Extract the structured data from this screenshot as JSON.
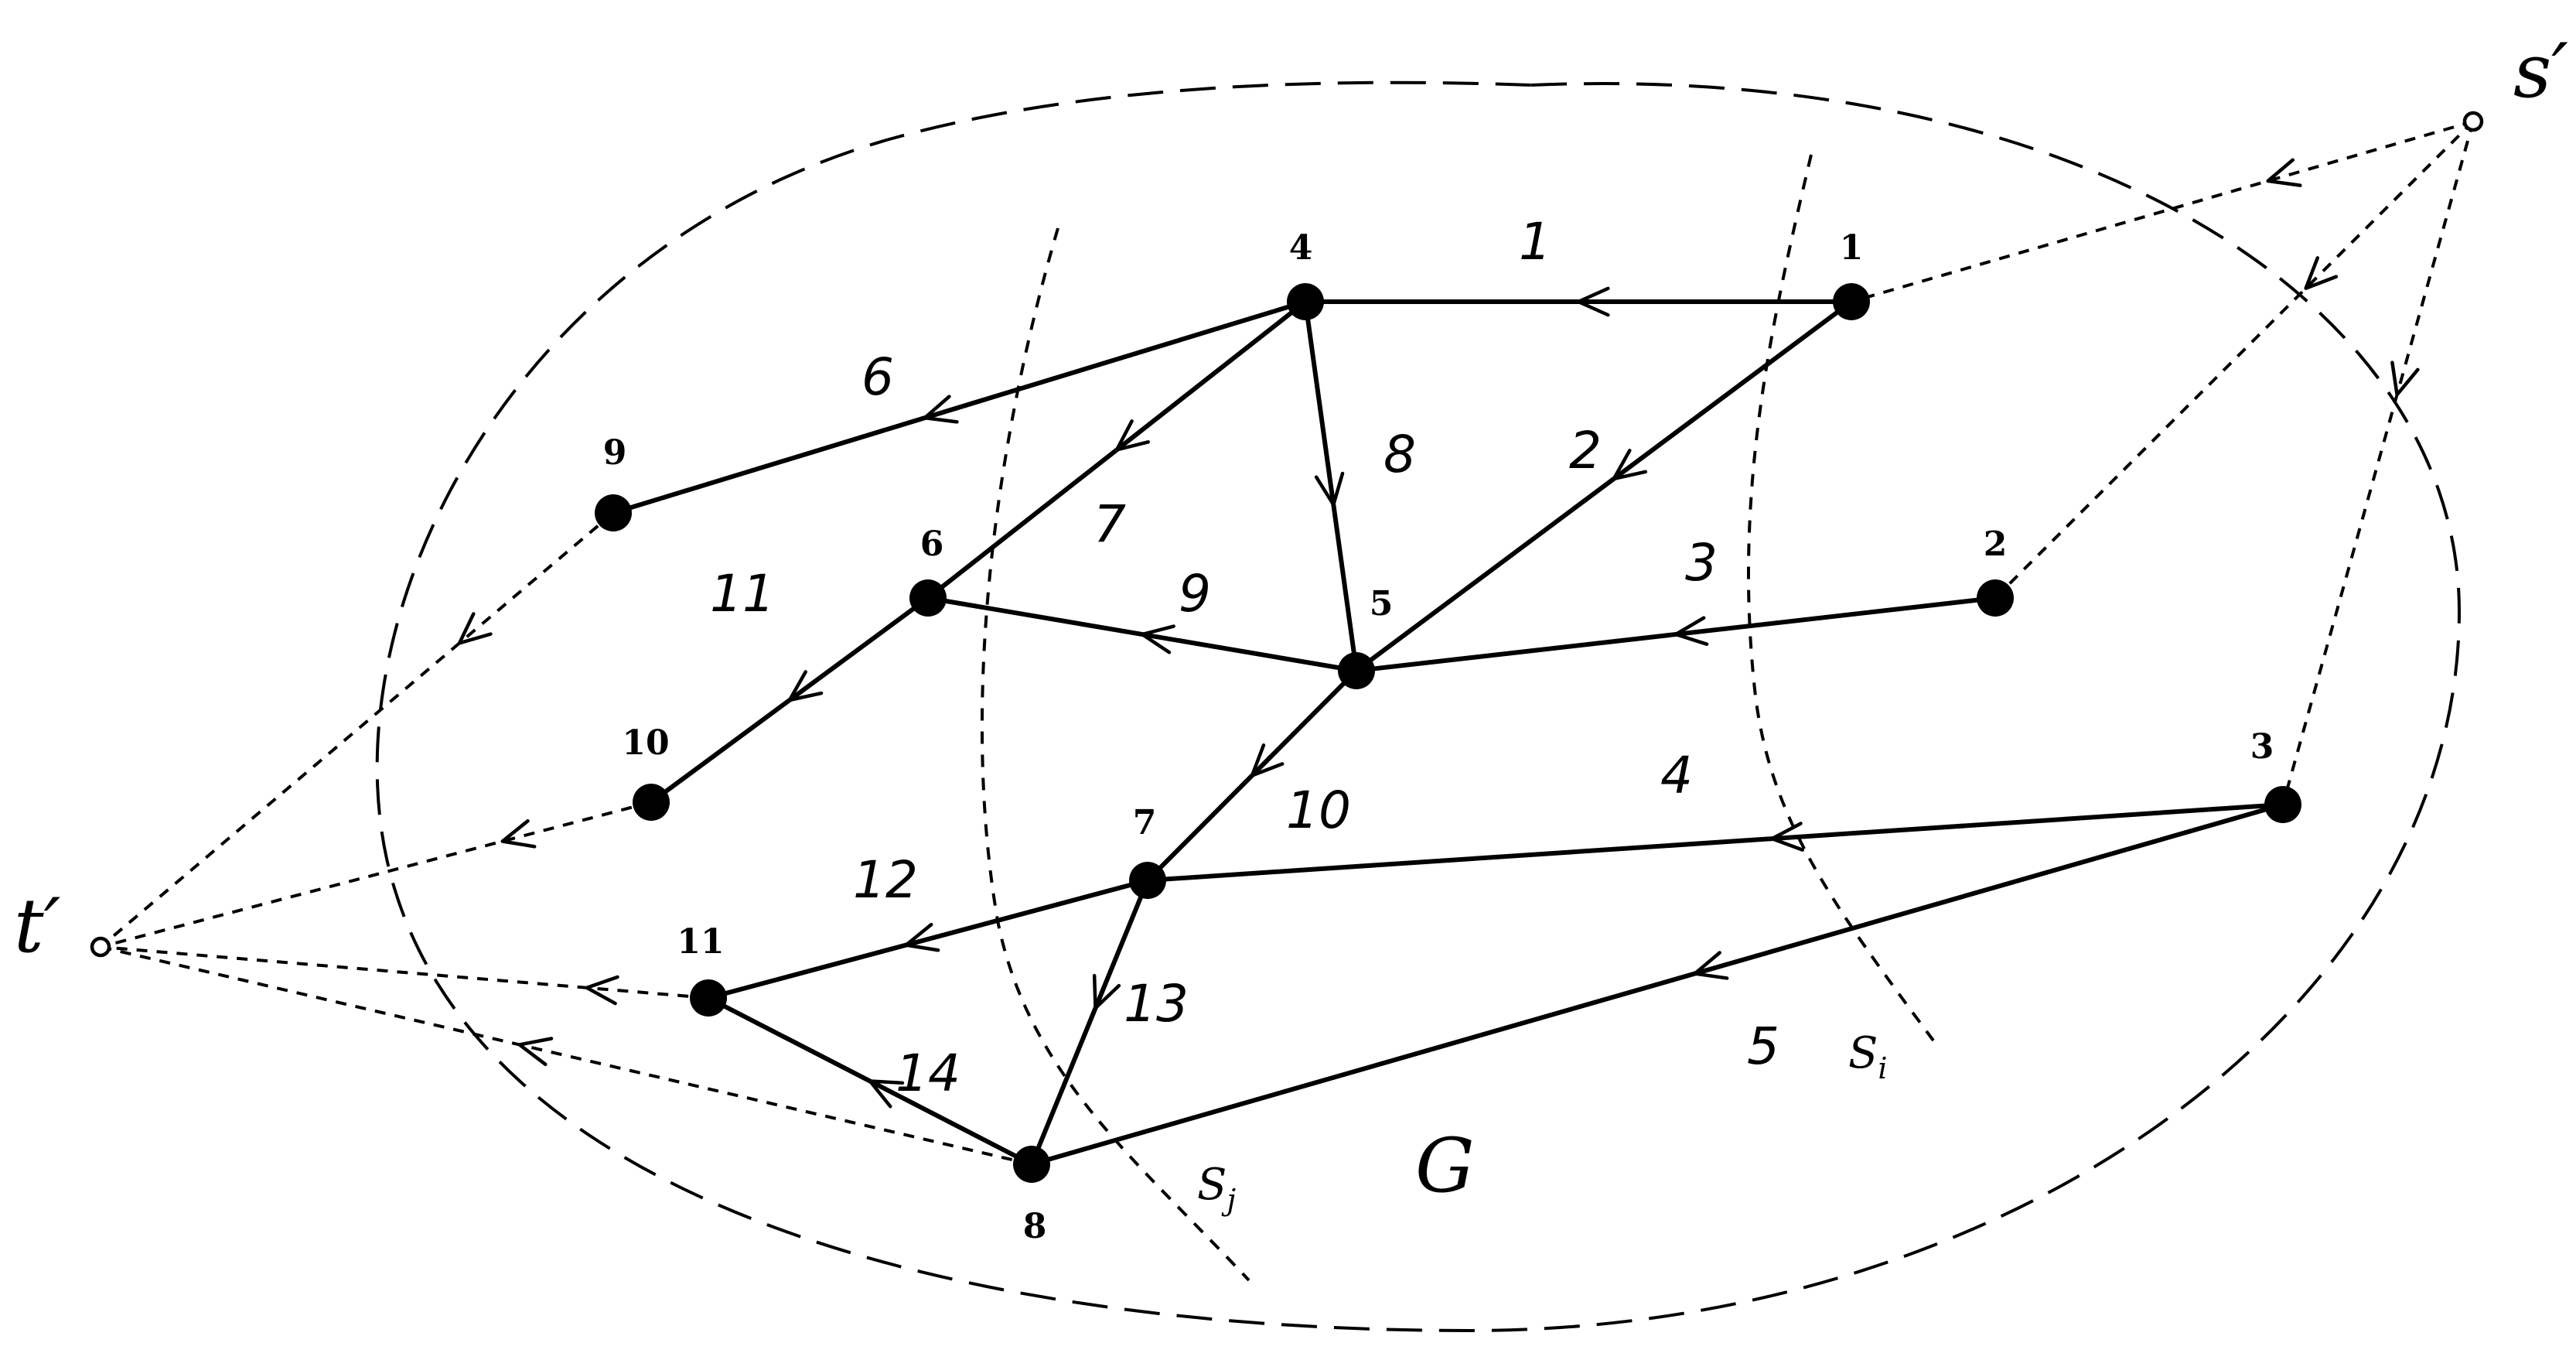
{
  "graph_label": "G",
  "terminals": {
    "source": {
      "name": "s",
      "prime": "′"
    },
    "sink": {
      "name": "t",
      "prime": "′"
    }
  },
  "cuts": [
    {
      "id": "Si",
      "name": "S",
      "sub": "i"
    },
    {
      "id": "Sj",
      "name": "S",
      "sub": "j"
    }
  ],
  "nodes": [
    {
      "id": "1",
      "label": "1"
    },
    {
      "id": "2",
      "label": "2"
    },
    {
      "id": "3",
      "label": "3"
    },
    {
      "id": "4",
      "label": "4"
    },
    {
      "id": "5",
      "label": "5"
    },
    {
      "id": "6",
      "label": "6"
    },
    {
      "id": "7",
      "label": "7"
    },
    {
      "id": "8",
      "label": "8"
    },
    {
      "id": "9",
      "label": "9"
    },
    {
      "id": "10",
      "label": "10"
    },
    {
      "id": "11",
      "label": "11"
    }
  ],
  "edges": [
    {
      "id": "e1",
      "from": "1",
      "to": "4",
      "label": "1"
    },
    {
      "id": "e2",
      "from": "1",
      "to": "5",
      "label": "2"
    },
    {
      "id": "e3",
      "from": "2",
      "to": "5",
      "label": "3"
    },
    {
      "id": "e4",
      "from": "3",
      "to": "7",
      "label": "4"
    },
    {
      "id": "e5",
      "from": "3",
      "to": "8",
      "label": "5"
    },
    {
      "id": "e6",
      "from": "4",
      "to": "9",
      "label": "6"
    },
    {
      "id": "e7",
      "from": "4",
      "to": "6",
      "label": "7"
    },
    {
      "id": "e8",
      "from": "4",
      "to": "5",
      "label": "8"
    },
    {
      "id": "e9",
      "from": "5",
      "to": "6",
      "label": "9"
    },
    {
      "id": "e10",
      "from": "5",
      "to": "7",
      "label": "10"
    },
    {
      "id": "e11",
      "from": "6",
      "to": "10",
      "label": "11"
    },
    {
      "id": "e12",
      "from": "7",
      "to": "11",
      "label": "12"
    },
    {
      "id": "e13",
      "from": "7",
      "to": "8",
      "label": "13"
    },
    {
      "id": "e14",
      "from": "8",
      "to": "11",
      "label": "14"
    }
  ],
  "source_edges": [
    {
      "from": "s",
      "to": "1"
    },
    {
      "from": "s",
      "to": "2"
    },
    {
      "from": "s",
      "to": "3"
    }
  ],
  "sink_edges": [
    {
      "from": "9",
      "to": "t"
    },
    {
      "from": "10",
      "to": "t"
    },
    {
      "from": "11",
      "to": "t"
    },
    {
      "from": "8",
      "to": "t"
    }
  ]
}
